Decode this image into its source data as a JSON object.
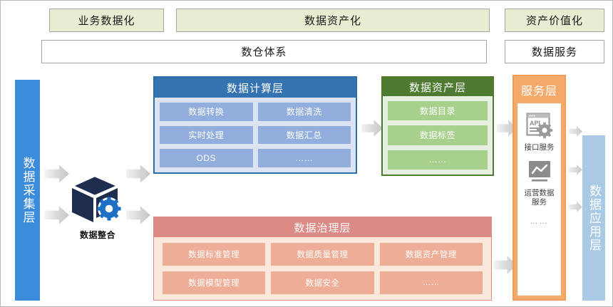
{
  "top_banner": {
    "items": [
      {
        "label": "业务数据化"
      },
      {
        "label": "数据资产化"
      },
      {
        "label": "资产价值化"
      }
    ]
  },
  "second_banner": {
    "items": [
      {
        "label": "数仓体系"
      },
      {
        "label": "数据服务"
      }
    ]
  },
  "left_column": {
    "label": "数据采集层"
  },
  "integration": {
    "icon": "cube-gear-icon",
    "label": "数据整合"
  },
  "compute_layer": {
    "title": "数据计算层",
    "items": [
      "数据转换",
      "数据清洗",
      "实时处理",
      "数据汇总",
      "ODS",
      "……"
    ]
  },
  "asset_layer": {
    "title": "数据资产层",
    "items": [
      "数据目录",
      "数据标签",
      "……"
    ]
  },
  "governance_layer": {
    "title": "数据治理层",
    "items": [
      "数据标准管理",
      "数据质量管理",
      "数据资产管理",
      "数据模型管理",
      "数据安全",
      "……"
    ]
  },
  "service_layer": {
    "title": "服务层",
    "items": [
      {
        "icon": "api-window-icon",
        "label": "接口服务"
      },
      {
        "icon": "monitor-chart-icon",
        "label": "运营数据\n服务"
      }
    ],
    "more": "……"
  },
  "right_column": {
    "label": "数据应用层"
  },
  "colors": {
    "banner_fill": "#E8ECD0",
    "collect_blue": "#3C8CDC",
    "apply_blue": "#A9C9E5",
    "compute_header": "#3572B0",
    "compute_body": "#DCE3F2",
    "compute_chip": "#92AEDC",
    "asset_header": "#4F7A31",
    "asset_body": "#E6EFE0",
    "asset_chip": "#A8D08D",
    "gov_header": "#DB8A86",
    "gov_body": "#FBE8DC",
    "gov_chip": "#EDAD96",
    "service_orange": "#F5A96A",
    "arrow_gray": "#D2D2D2",
    "cube_navy": "#1F2D4E",
    "gear_blue": "#1F6FC4"
  }
}
